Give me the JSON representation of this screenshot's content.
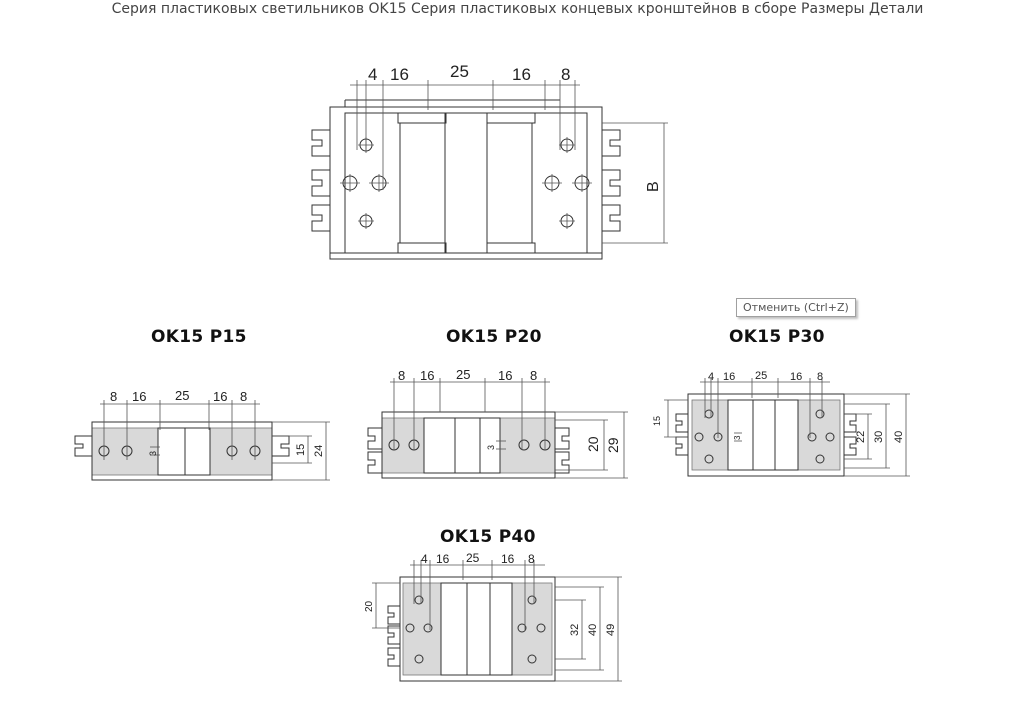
{
  "page_title": "Серия пластиковых светильников OK15 Серия пластиковых концевых кронштейнов в сборе Размеры Детали",
  "tooltip": "Отменить (Ctrl+Z)",
  "main_drawing": {
    "dims_top": [
      "4",
      "16",
      "25",
      "16",
      "8"
    ],
    "dim_side": "B"
  },
  "models": [
    {
      "title": "OK15 P15",
      "dims_top": [
        "8",
        "16",
        "25",
        "16",
        "8"
      ],
      "dims_right": [
        "15",
        "24"
      ],
      "dim_inner": "3"
    },
    {
      "title": "OK15 P20",
      "dims_top": [
        "8",
        "16",
        "25",
        "16",
        "8"
      ],
      "dims_right": [
        "20",
        "29"
      ],
      "dim_inner": "3"
    },
    {
      "title": "OK15 P30",
      "dims_top": [
        "4",
        "16",
        "25",
        "16",
        "8"
      ],
      "dims_right": [
        "22",
        "30",
        "40"
      ],
      "dim_left": "15",
      "dim_inner": "3"
    },
    {
      "title": "OK15 P40",
      "dims_top": [
        "4",
        "16",
        "25",
        "16",
        "8"
      ],
      "dims_right": [
        "32",
        "40",
        "49"
      ],
      "dim_left": "20"
    }
  ]
}
